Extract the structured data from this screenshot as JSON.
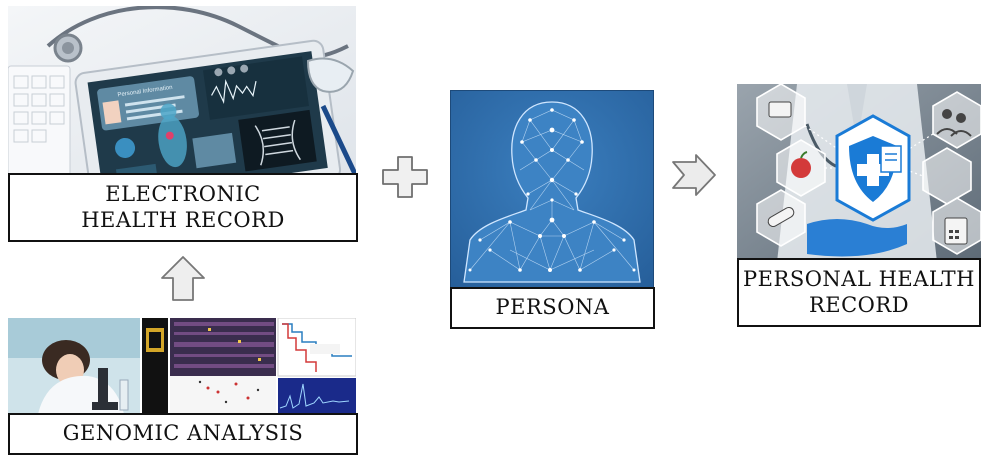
{
  "labels": {
    "ehr": [
      "ELECTRONIC",
      "HEALTH RECORD"
    ],
    "genomic": "GENOMIC ANALYSIS",
    "persona": "PERSONA",
    "phr": [
      "PERSONAL HEALTH",
      "RECORD"
    ]
  },
  "tablet": {
    "header": "Personal Information"
  },
  "icons": {
    "ehr_image": "doctor-tablet-icon",
    "genomic_image": "genomic-lab-icon",
    "persona_image": "persona-network-icon",
    "phr_image": "health-shield-icon",
    "plus": "plus-icon",
    "arrow_up": "arrow-up-icon",
    "arrow_right": "arrow-right-icon"
  },
  "colors": {
    "persona_bg": "#2a6aa8",
    "phr_shield": "#1a7bd6",
    "outline": "#111111"
  }
}
